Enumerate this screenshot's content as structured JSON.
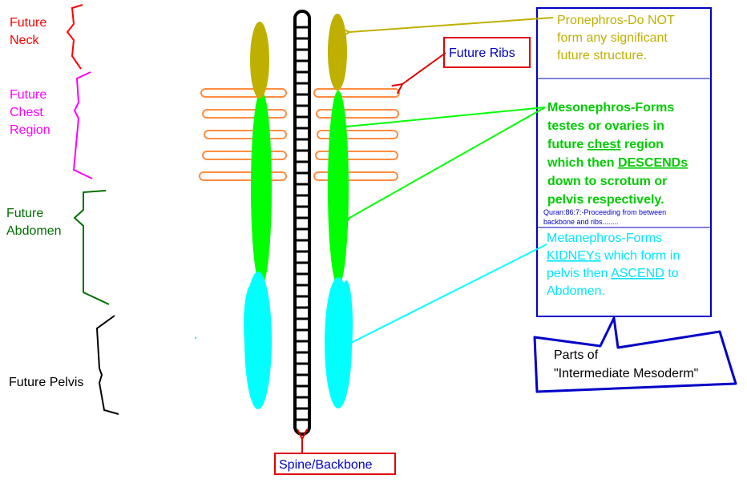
{
  "regions": {
    "neck": [
      "Future",
      "Neck"
    ],
    "chest": [
      "Future",
      "Chest",
      "Region"
    ],
    "abdomen": [
      "Future",
      "Abdomen"
    ],
    "pelvis": "Future Pelvis"
  },
  "labels": {
    "ribs": "Future Ribs",
    "spine": "Spine/Backbone"
  },
  "info": {
    "pronephros": [
      "Pronephros-Do NOT",
      "form any significant",
      "future structure."
    ],
    "mesonephros": {
      "l1": "Mesonephros-Forms",
      "l2": "testes or ovaries in",
      "l3a": "future ",
      "l3u": "chest",
      "l3b": " region",
      "l4a": "which then ",
      "l4u": "DESCENDs",
      "l5": "down to scrotum or",
      "l6": "pelvis respectively."
    },
    "quran": [
      "Quran:86:7:-Proceeding from between",
      "backbone and ribs........"
    ],
    "metanephros": {
      "l1": "Metanephros-Forms",
      "l2u": "KIDNEYs",
      "l2b": " which form in",
      "l3a": "pelvis then ",
      "l3u": "ASCEND",
      "l3b": " to",
      "l4": "Abdomen."
    }
  },
  "callout": [
    "Parts of",
    "\"Intermediate Mesoderm\""
  ],
  "colors": {
    "neck": "#ff0000",
    "chest": "#ff00ff",
    "abdomen": "#008000",
    "pelvis": "#000000",
    "pronephros": "#bfb000",
    "mesonephros": "#00ff00",
    "metanephros": "#00ffff",
    "ribs": "#ff8c40",
    "box": "#0000c8",
    "red_box": "#e00000"
  }
}
